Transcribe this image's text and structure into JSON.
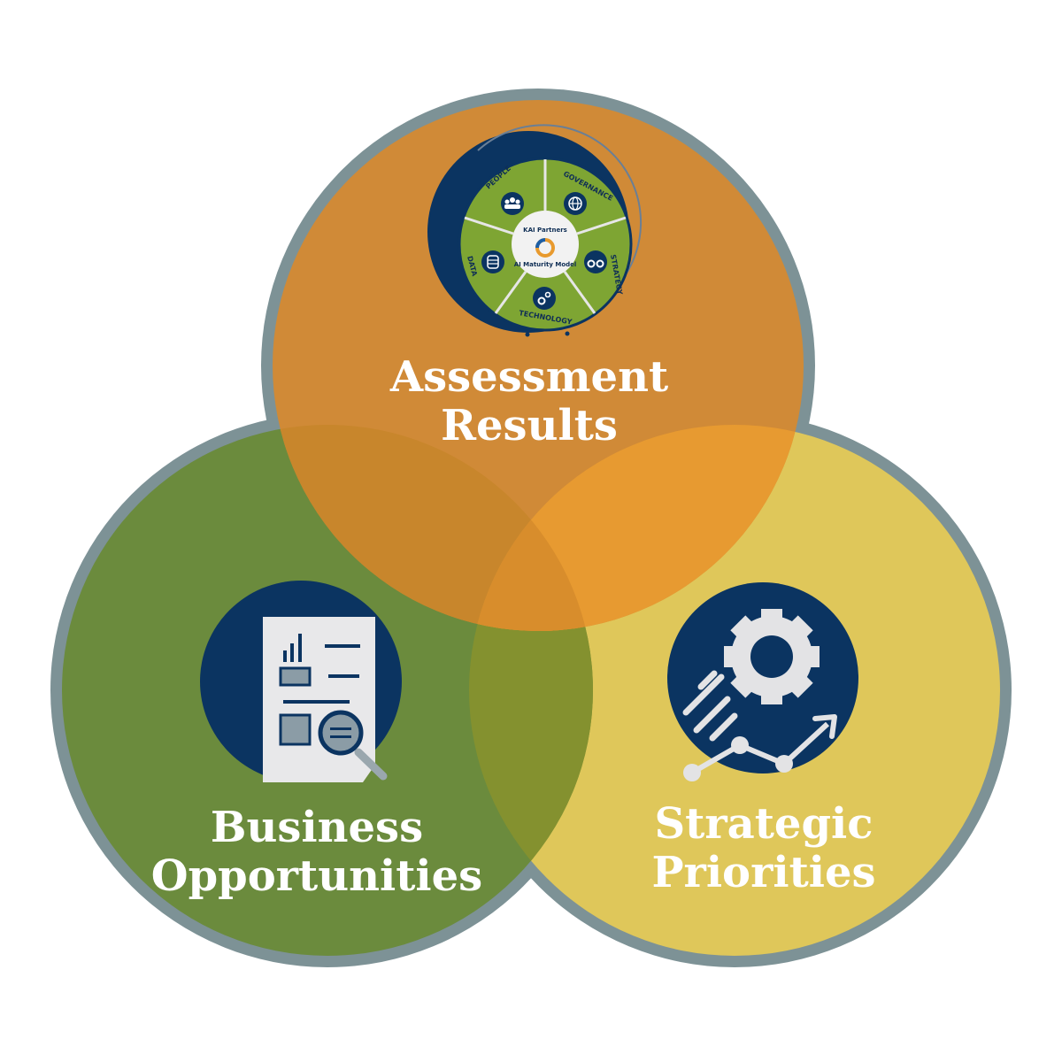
{
  "diagram": {
    "type": "venn",
    "colors": {
      "ring": "#7d9296",
      "top_circle": "#d58a32",
      "left_circle": "#6b8b3d",
      "right_circle": "#dfc75a",
      "navy": "#0b3461",
      "icon_light": "#e8e8ea",
      "wheel_green": "#7ea533",
      "text": "#ffffff"
    },
    "circles": [
      {
        "id": "top",
        "label_line1": "Assessment",
        "label_line2": "Results",
        "icon": "ai-maturity-model-wheel-icon",
        "wheel": {
          "center_line1": "KAI Partners",
          "center_line2": "AI Maturity Model",
          "segments": [
            {
              "label": "PEOPLE",
              "icon": "people-icon"
            },
            {
              "label": "GOVERNANCE",
              "icon": "globe-icon"
            },
            {
              "label": "STRATEGY",
              "icon": "binoculars-icon"
            },
            {
              "label": "TECHNOLOGY",
              "icon": "gears-icon"
            },
            {
              "label": "DATA",
              "icon": "database-icon"
            }
          ]
        }
      },
      {
        "id": "left",
        "label_line1": "Business",
        "label_line2": "Opportunities",
        "icon": "document-magnifier-icon"
      },
      {
        "id": "right",
        "label_line1": "Strategic",
        "label_line2": "Priorities",
        "icon": "gear-growth-chart-icon"
      }
    ]
  }
}
